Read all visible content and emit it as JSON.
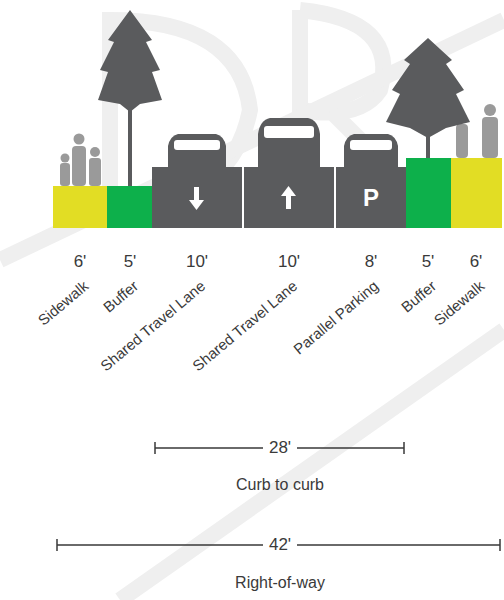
{
  "diagram": {
    "nodes": [
      {
        "text": [
          "P"
        ]
      }
    ],
    "labels": [
      "6'",
      "5'",
      "10'",
      "10'",
      "8'",
      "5'",
      "6'",
      "Sidewalk",
      "Buffer",
      "Shared Travel Lane",
      "Shared Travel Lane",
      "Parallel Parking",
      "Buffer",
      "Sidewalk",
      "28'",
      "Curb to curb",
      "42'",
      "Right-of-way"
    ]
  }
}
